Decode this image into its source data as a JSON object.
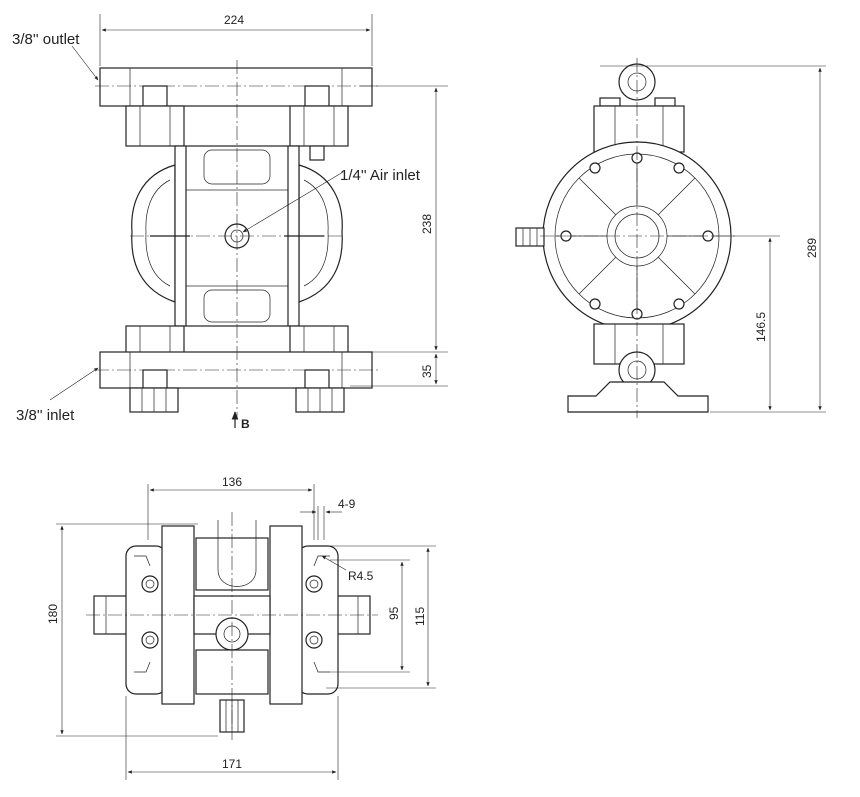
{
  "labels": {
    "outlet": "3/8'' outlet",
    "air_inlet": "1/4'' Air inlet",
    "inlet": "3/8'' inlet",
    "view_marker": "B"
  },
  "dimensions": {
    "front_width": "224",
    "front_height": "238",
    "front_inlet_height": "35",
    "side_total_height": "289",
    "side_center_height": "146.5",
    "bottom_bolt_span": "136",
    "bottom_slot_width": "4-9",
    "bottom_slot_radius": "R4.5",
    "bottom_depth": "180",
    "bottom_inner_span": "95",
    "bottom_outer_span": "115",
    "bottom_total_width": "171"
  }
}
